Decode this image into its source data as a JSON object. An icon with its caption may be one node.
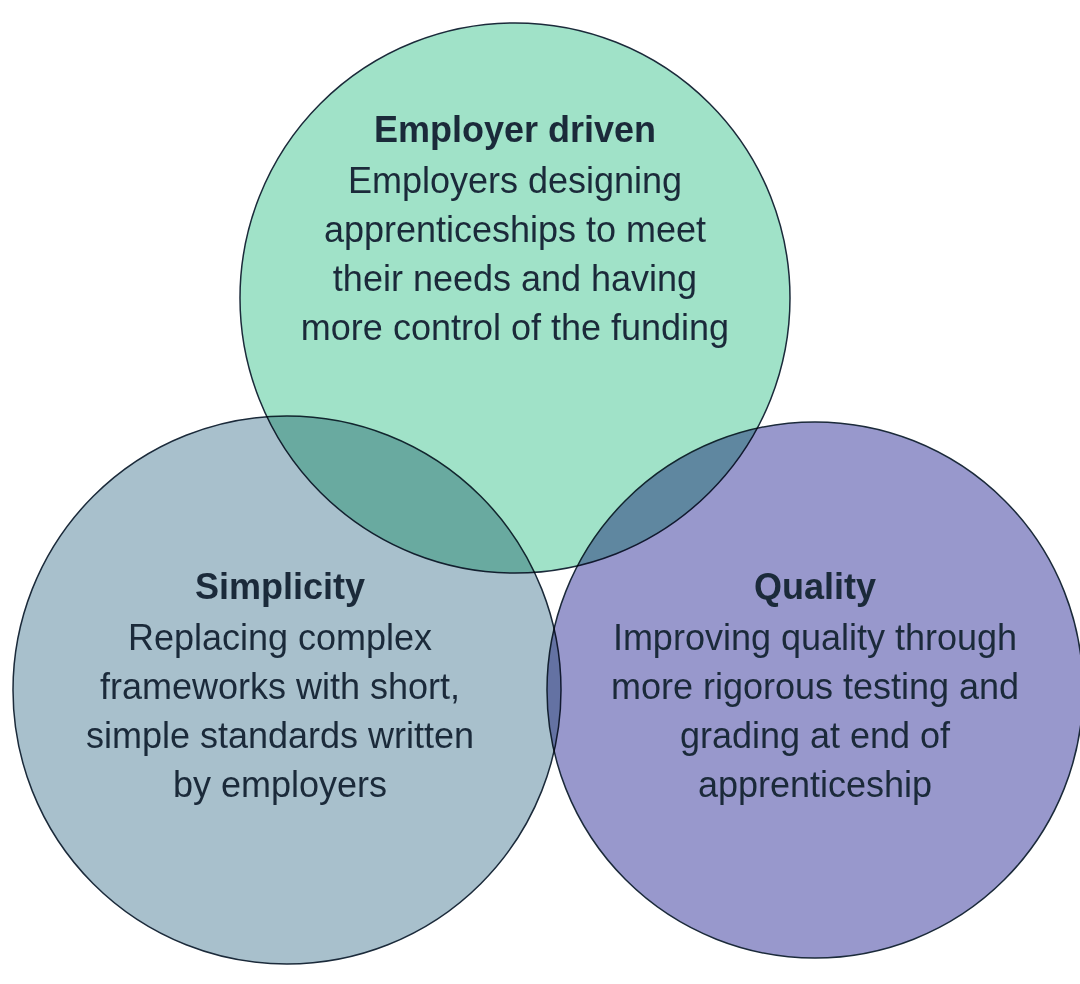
{
  "diagram": {
    "nodes": [
      {
        "text": [
          "Employer driven",
          "Employers designing apprenticeships to meet their needs and having more control of the funding"
        ]
      },
      {
        "text": [
          "Simplicity",
          "Replacing complex frameworks with short, simple standards written by employers"
        ]
      },
      {
        "text": [
          "Quality",
          "Improving quality through more rigorous testing and grading at end of apprenticeship"
        ]
      }
    ]
  }
}
